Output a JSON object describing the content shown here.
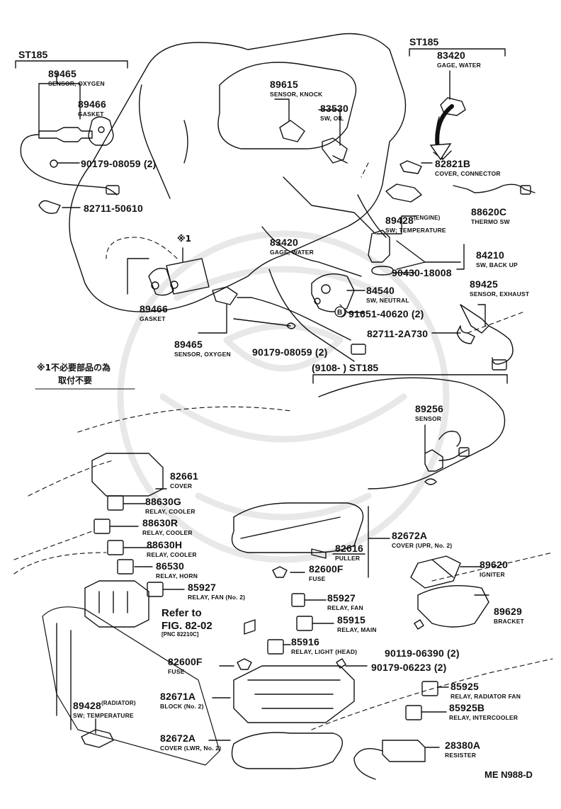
{
  "diagram": {
    "headers": {
      "st185_left": "ST185",
      "st185_right": "ST185",
      "range_st185": "(9108-      ) ST185"
    },
    "note": {
      "asterisk_label": "※1",
      "line1": "※1不必要部品の為",
      "line2": "取付不要"
    },
    "parts": {
      "p89465_top": {
        "num": "89465",
        "desc": "SENSOR, OXYGEN"
      },
      "p89466_top": {
        "num": "89466",
        "desc": "GASKET"
      },
      "p90179_08059_top": {
        "num": "90179-08059 (2)"
      },
      "p82711_50610": {
        "num": "82711-50610"
      },
      "p89615": {
        "num": "89615",
        "desc": "SENSOR, KNOCK"
      },
      "p83530": {
        "num": "83530",
        "desc": "SW, OIL"
      },
      "p83420_top": {
        "num": "83420",
        "desc": "GAGE, WATER"
      },
      "p82821b": {
        "num": "82821B",
        "desc": "COVER, CONNECTOR"
      },
      "p88620c": {
        "num": "88620C",
        "desc": "THERMO SW"
      },
      "p89428_engine": {
        "num": "89428",
        "sup": "(ENGINE)",
        "desc": "SW; TEMPERATURE"
      },
      "p83420_mid": {
        "num": "83420",
        "desc": "GAGE, WATER"
      },
      "p84210": {
        "num": "84210",
        "desc": "SW, BACK UP"
      },
      "p90430": {
        "num": "90430-18008"
      },
      "p84540": {
        "num": "84540",
        "desc": "SW, NEUTRAL"
      },
      "p91651": {
        "num": "91651-40620 (2)"
      },
      "p89425": {
        "num": "89425",
        "desc": "SENSOR, EXHAUST"
      },
      "p82711_2a730": {
        "num": "82711-2A730"
      },
      "p89466_mid": {
        "num": "89466",
        "desc": "GASKET"
      },
      "p89465_mid": {
        "num": "89465",
        "desc": "SENSOR, OXYGEN"
      },
      "p90179_08059_mid": {
        "num": "90179-08059 (2)"
      },
      "p89256": {
        "num": "89256",
        "desc": "SENSOR"
      },
      "p82661": {
        "num": "82661",
        "desc": "COVER"
      },
      "p88630g": {
        "num": "88630G",
        "desc": "RELAY, COOLER"
      },
      "p88630r": {
        "num": "88630R",
        "desc": "RELAY, COOLER"
      },
      "p88630h": {
        "num": "88630H",
        "desc": "RELAY, COOLER"
      },
      "p86530": {
        "num": "86530",
        "desc": "RELAY, HORN"
      },
      "p85927_fan2": {
        "num": "85927",
        "desc": "RELAY, FAN (No. 2)"
      },
      "p82672a_upr": {
        "num": "82672A",
        "desc": "COVER (UPR, No. 2)"
      },
      "p82616": {
        "num": "82616",
        "desc": "PULLER"
      },
      "p82600f_top": {
        "num": "82600F",
        "desc": "FUSE"
      },
      "p89620": {
        "num": "89620",
        "desc": "IGNITER"
      },
      "p85927_fan": {
        "num": "85927",
        "desc": "RELAY, FAN"
      },
      "p85915": {
        "num": "85915",
        "desc": "RELAY, MAIN"
      },
      "p89629": {
        "num": "89629",
        "desc": "BRACKET"
      },
      "p85916": {
        "num": "85916",
        "desc": "RELAY, LIGHT (HEAD)"
      },
      "p90119": {
        "num": "90119-06390 (2)"
      },
      "p90179_06223": {
        "num": "90179-06223 (2)"
      },
      "p82600f_bot": {
        "num": "82600F",
        "desc": "FUSE"
      },
      "p82671a": {
        "num": "82671A",
        "desc": "BLOCK (No. 2)"
      },
      "p85925": {
        "num": "85925",
        "desc": "RELAY, RADIATOR FAN"
      },
      "p85925b": {
        "num": "85925B",
        "desc": "RELAY, INTERCOOLER"
      },
      "p89428_rad": {
        "num": "89428",
        "sup": "(RADIATOR)",
        "desc": "SW; TEMPERATURE"
      },
      "p82672a_lwr": {
        "num": "82672A",
        "desc": "COVER (LWR, No. 2)"
      },
      "p28380a": {
        "num": "28380A",
        "desc": "RESISTER"
      }
    },
    "refer": {
      "line1": "Refer to",
      "line2": "FIG. 82-02",
      "line3": "[PNC 82210C]"
    },
    "circle_marker": "B",
    "figure_code": "ME N988-D"
  }
}
